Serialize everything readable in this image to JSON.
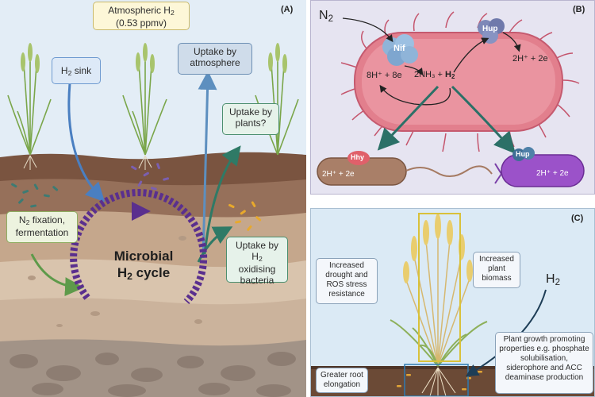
{
  "panel_a": {
    "label": "(A)",
    "atmospheric_title": "Atmospheric H",
    "atmospheric_sub": "2",
    "atmospheric_conc": "(0.53 ppmv)",
    "h2_sink_pre": "H",
    "h2_sink_sub": "2",
    "h2_sink_post": " sink",
    "uptake_atmosphere_line1": "Uptake by",
    "uptake_atmosphere_line2": "atmosphere",
    "uptake_plants_line1": "Uptake by",
    "uptake_plants_line2": "plants?",
    "n2_fix_pre": "N",
    "n2_fix_sub": "2",
    "n2_fix_line1": " fixation,",
    "n2_fix_line2": "fermentation",
    "cycle_line1": "Microbial",
    "cycle_line2_pre": "H",
    "cycle_line2_sub": "2",
    "cycle_line2_post": " cycle",
    "uptake_bacteria_line1_pre": "Uptake by H",
    "uptake_bacteria_line1_sub": "2",
    "uptake_bacteria_line2": "oxidising",
    "uptake_bacteria_line3": "bacteria"
  },
  "panel_b": {
    "label": "(B)",
    "n2_pre": "N",
    "n2_sub": "2",
    "nif": "Nif",
    "hup_top": "Hup",
    "eq_left": "8H⁺ + 8e",
    "eq_mid": "2NH₃ + ",
    "eq_h2_pre": "H",
    "eq_h2_sub": "2",
    "eq_right": "2H⁺ + 2e",
    "hhy": "Hhy",
    "hhy_eq": "2H⁺ + 2e",
    "hup_right": "Hup",
    "hup_eq": "2H⁺ + 2e"
  },
  "panel_c": {
    "label": "(C)",
    "drought_line1": "Increased",
    "drought_line2": "drought and",
    "drought_line3": "ROS stress",
    "drought_line4": "resistance",
    "biomass_line1": "Increased",
    "biomass_line2": "plant",
    "biomass_line3": "biomass",
    "h2_pre": "H",
    "h2_sub": "2",
    "pgp_line1": "Plant growth promoting",
    "pgp_line2": "properties e.g. phosphate",
    "pgp_line3": "solubilisation,",
    "pgp_line4": "siderophore and ACC",
    "pgp_line5": "deaminase production",
    "root_line1": "Greater root",
    "root_line2": "elongation"
  },
  "colors": {
    "sky": "#e3edf6",
    "topsoil": "#7b5440",
    "cycle_purple": "#5a2f8e",
    "teal_arrow": "#2f7a66",
    "blue_arrow": "#4a7fc1",
    "bacterium_pink": "#e1808e",
    "box_green": "#edf3df",
    "box_blue": "#dde9f7"
  }
}
